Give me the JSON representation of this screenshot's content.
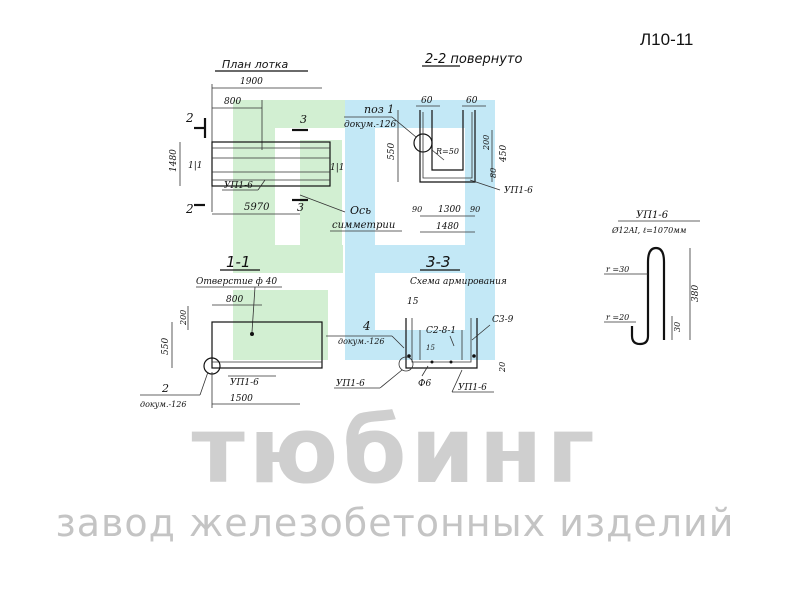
{
  "sheet_code": "Л10-11",
  "plan": {
    "title": "План лотка",
    "dim_total": "1900",
    "dim_part": "800",
    "dim_height": "1480",
    "dim_length": "5970",
    "cut_2": "2",
    "cut_3": "3",
    "mark_11": "1|1",
    "label_up": "УП1-6",
    "axis_label_1": "Ось",
    "axis_label_2": "симметрии"
  },
  "section22": {
    "title": "2-2 повернуто",
    "pos_label": "поз 1",
    "doc_ref": "докум.-126",
    "dim_60a": "60",
    "dim_60b": "60",
    "dim_550": "550",
    "dim_r50": "R=50",
    "dim_200": "200",
    "dim_450": "450",
    "dim_80": "80",
    "dim_90a": "90",
    "dim_1300": "1300",
    "dim_90b": "90",
    "dim_1480": "1480",
    "label_up": "УП1-6"
  },
  "section11": {
    "title": "1-1",
    "hole_label": "Отверстие ф 40",
    "dim_800": "800",
    "dim_200": "200",
    "dim_550": "550",
    "dim_1500": "1500",
    "label_up": "УП1-6",
    "ref_num": "2",
    "doc_ref": "докум.-126",
    "ref4_num": "4",
    "ref4_doc": "докум.-126"
  },
  "section33": {
    "title": "3-3",
    "subtitle": "Схема армирования",
    "dim_15": "15",
    "dim_15b": "15",
    "label_c281": "С2-8-1",
    "label_c39": "С3-9",
    "label_up_left": "УП1-6",
    "label_phi6": "Ф6",
    "label_up_right": "УП1-6",
    "dim_20": "20"
  },
  "detail": {
    "title": "УП1-6",
    "spec": "Ø12AI, ℓ=1070мм",
    "r30": "r =30",
    "r20": "r =20",
    "dim_380": "380",
    "dim_30": "30"
  },
  "watermark": {
    "brand": "тюбинг",
    "tagline": "завод железобетонных изделий"
  },
  "colors": {
    "ink": "#111111",
    "green_tint": "#cfeccf",
    "blue_tint": "#bfe6f5",
    "watermark": "#cfcfcf"
  }
}
